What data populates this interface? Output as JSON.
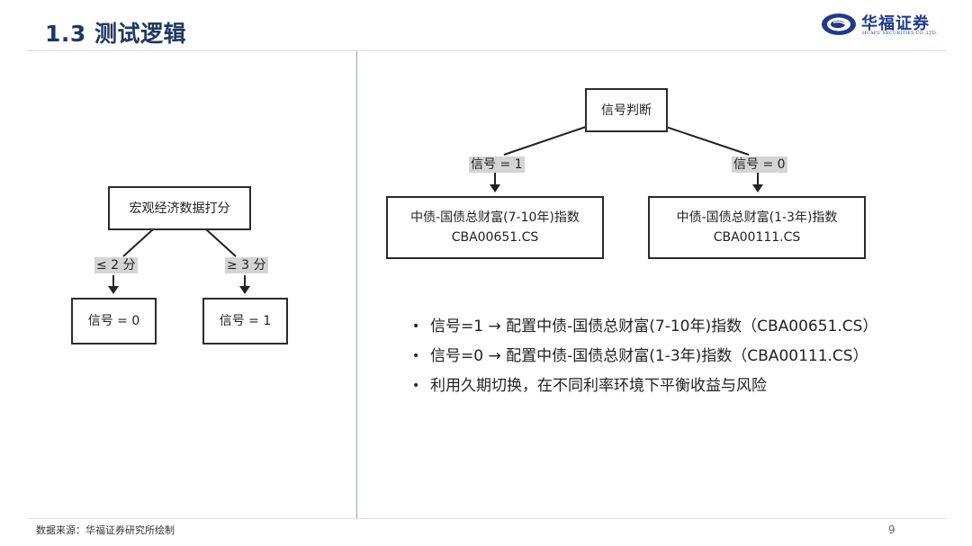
{
  "header": {
    "title": "1.3 测试逻辑",
    "logo_cn": "华福证券",
    "logo_en": "HUAFU SECURITIES CO.,LTD."
  },
  "left_diagram": {
    "root": "宏观经济数据打分",
    "left_edge": "≤ 2 分",
    "right_edge": "≥ 3 分",
    "left_leaf": "信号 = 0",
    "right_leaf": "信号 = 1"
  },
  "right_diagram": {
    "root": "信号判断",
    "left_edge": "信号 = 1",
    "right_edge": "信号 = 0",
    "left_leaf_line1": "中债-国债总财富(7-10年)指数",
    "left_leaf_line2": "CBA00651.CS",
    "right_leaf_line1": "中债-国债总财富(1-3年)指数",
    "right_leaf_line2": "CBA00111.CS"
  },
  "bullets": [
    "信号=1 → 配置中债-国债总财富(7-10年)指数（CBA00651.CS）",
    "信号=0 → 配置中债-国债总财富(1-3年)指数（CBA00111.CS）",
    "利用久期切换，在不同利率环境下平衡收益与风险"
  ],
  "footer": {
    "source": "数据来源：华福证券研究所绘制",
    "page_number": "9"
  }
}
